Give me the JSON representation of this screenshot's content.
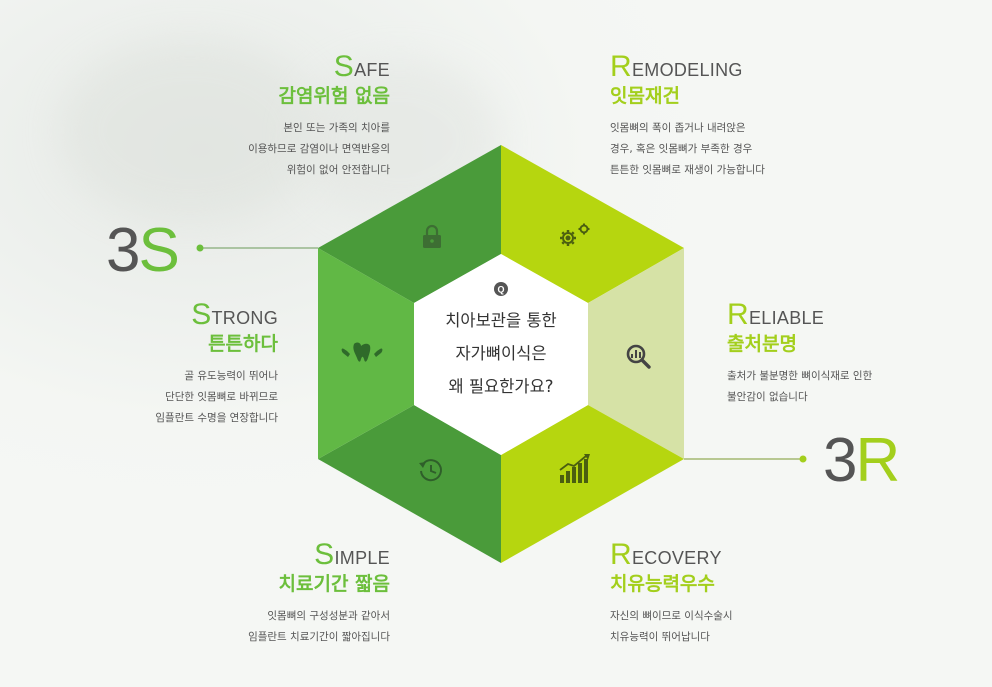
{
  "center": {
    "line1": "치아보관을 통한",
    "line2": "자가뼈이식은",
    "line3": "왜 필요한가요?",
    "q": "Q"
  },
  "left_label": {
    "num": "3",
    "letter": "S"
  },
  "right_label": {
    "num": "3",
    "letter": "R"
  },
  "safe": {
    "cap": "S",
    "rest": "AFE",
    "ko": "감염위험 없음",
    "desc1": "본인 또는 가족의 치아를",
    "desc2": "이용하므로 감염이나 면역반응의",
    "desc3": "위험이 없어 안전합니다"
  },
  "strong": {
    "cap": "S",
    "rest": "TRONG",
    "ko": "튼튼하다",
    "desc1": "골 유도능력이 뛰어나",
    "desc2": "단단한 잇몸뼈로 바뀌므로",
    "desc3": "임플란트 수명을 연장합니다"
  },
  "simple": {
    "cap": "S",
    "rest": "IMPLE",
    "ko": "치료기간 짧음",
    "desc1": "잇몸뼈의 구성성분과 같아서",
    "desc2": "임플란트 치료기간이 짧아집니다"
  },
  "remodeling": {
    "cap": "R",
    "rest": "EMODELING",
    "ko": "잇몸재건",
    "desc1": "잇몸뼈의 폭이 좁거나 내려앉은",
    "desc2": "경우, 혹은 잇몸뼈가 부족한 경우",
    "desc3": "튼튼한 잇몸뼈로 재생이 가능합니다"
  },
  "reliable": {
    "cap": "R",
    "rest": "ELIABLE",
    "ko": "출처분명",
    "desc1": "출처가 불분명한 뼈이식재로 인한",
    "desc2": "불안감이 없습니다"
  },
  "recovery": {
    "cap": "R",
    "rest": "ECOVERY",
    "ko": "치유능력우수",
    "desc1": "자신의 뼈이므로 이식수술시",
    "desc2": "치유능력이 뛰어납니다"
  },
  "colors": {
    "s_dark": "#4a9b3a",
    "s_mid": "#61b845",
    "r_bright": "#b6d60f",
    "r_pale": "#d6e2a6",
    "accent_s": "#6cbf3c",
    "accent_r": "#a3cf1c"
  },
  "icons": [
    "lock-icon",
    "gears-icon",
    "magnifier-icon",
    "bar-chart-icon",
    "clock-icon",
    "muscle-tooth-icon"
  ]
}
